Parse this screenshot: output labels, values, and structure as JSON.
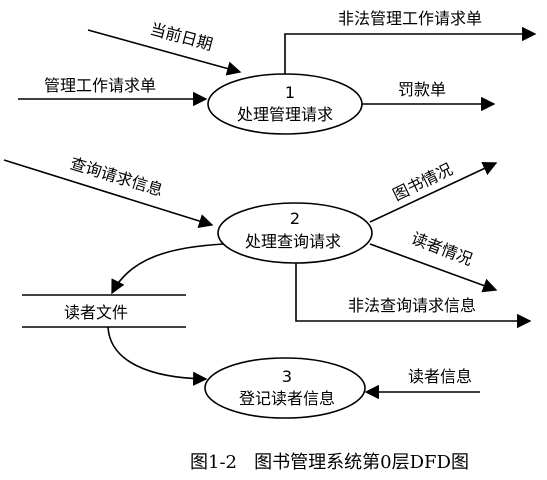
{
  "processes": [
    {
      "number": "1",
      "name": "处理管理请求"
    },
    {
      "number": "2",
      "name": "处理查询请求"
    },
    {
      "number": "3",
      "name": "登记读者信息"
    }
  ],
  "data_store": {
    "name": "读者文件"
  },
  "flows": {
    "current_date": "当前日期",
    "mgmt_request": "管理工作请求单",
    "illegal_mgmt": "非法管理工作请求单",
    "fine": "罚款单",
    "query_request": "查询请求信息",
    "book_info": "图书情况",
    "reader_status": "读者情况",
    "illegal_query": "非法查询请求信息",
    "reader_info": "读者信息"
  },
  "caption": "图1-2   图书管理系统第0层DFD图"
}
